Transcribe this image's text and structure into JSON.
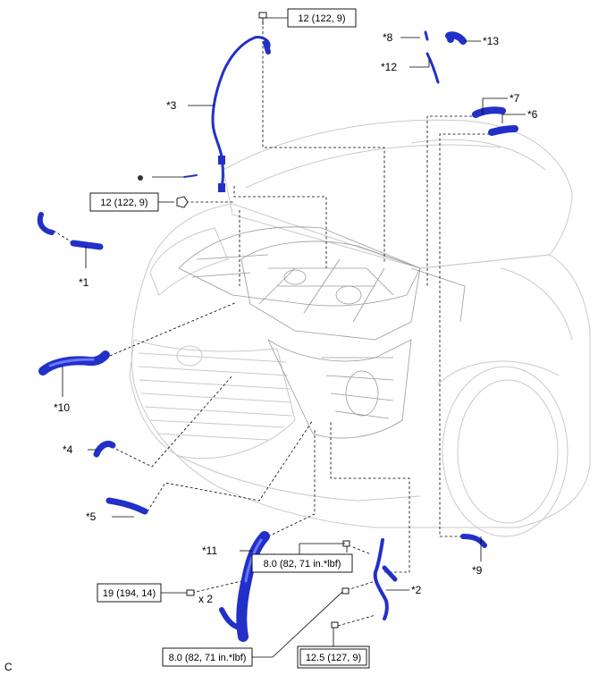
{
  "callouts": {
    "c1": "*1",
    "c2": "*2",
    "c3": "*3",
    "c4": "*4",
    "c5": "*5",
    "c6": "*6",
    "c7": "*7",
    "c8": "*8",
    "c9": "*9",
    "c10": "*10",
    "c11": "*11",
    "c12": "*12",
    "c13": "*13"
  },
  "torques": {
    "t_top": "12 (122, 9)",
    "t_mid": "12 (122, 9)",
    "t_19": "19 (194, 14)",
    "t_8a": "8.0 (82, 71 in.*lbf)",
    "t_8b": "8.0 (82, 71 in.*lbf)",
    "t_125": "12.5 (127, 9)"
  },
  "quantity": "x 2",
  "corner_code": "C",
  "colors": {
    "hose": "#2230c8",
    "hose_highlight": "#6b78ff",
    "car_outline": "#c9c9c9"
  }
}
